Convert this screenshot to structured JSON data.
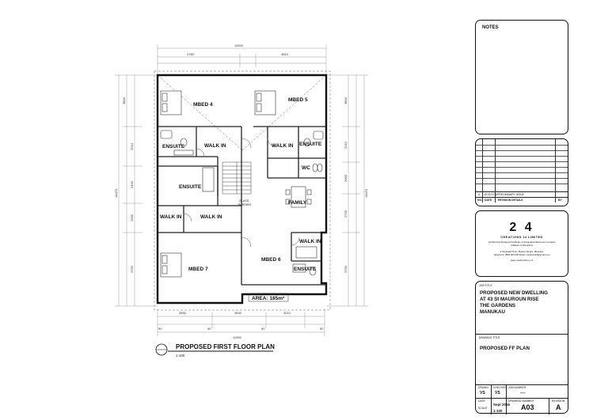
{
  "plan": {
    "rooms": {
      "mbed4": "MBED 4",
      "mbed5": "MBED 5",
      "ensuite_tl": "ENSUITE",
      "walkin_tl": "WALK IN",
      "walkin_tr": "WALK IN",
      "ensuite_tr": "ENSUITE",
      "wc": "WC",
      "ensuite_mid": "ENSUITE",
      "family": "FAMILY",
      "walkin_ml": "WALK IN",
      "walkin_mr": "WALK IN",
      "walkin_br": "WALK IN",
      "mbed6": "MBED 6",
      "mbed7": "MBED 7",
      "ensuite_br": "ENSUITE",
      "glass_line1": "GLASS",
      "glass_line2": "BARRIER",
      "area": "AREA: 185m²"
    },
    "dims": {
      "top_total": "11950",
      "top_left": "4780",
      "top_right": "4810",
      "bottom_total": "11950",
      "bottom_1": "3890",
      "bottom_2": "3830",
      "bottom_3": "3310",
      "left_total": "14470",
      "right_total": "14470",
      "left_1": "3800",
      "left_2": "2510",
      "left_3": "2400",
      "left_4": "2000",
      "left_5": "3750",
      "right_1": "3800",
      "right_2": "2210",
      "right_3": "2000",
      "right_4": "2700",
      "right_5": "3750",
      "bottom_small_1": "90",
      "bottom_small_2": "90",
      "bottom_small_3": "90",
      "bottom_small_4": "90"
    },
    "caption": {
      "title": "PROPOSED FIRST FLOOR PLAN",
      "scale": "1:100"
    }
  },
  "title_block": {
    "notes_label": "NOTES",
    "revisions": {
      "row_a_id": "A",
      "row_a_date": "15.09.2016",
      "row_a_details": "PRELIMINARY ISSUE",
      "col_no": "NO.",
      "col_date": "DATE",
      "col_details": "REVISION DETAILS",
      "col_by": "BY"
    },
    "firm": {
      "logo_numbers": "2 4",
      "logo_name": "CREATIONS 24 LIMITED",
      "tagline_1": "Architectural Designer/Certificate of Acceptance/Resource Consents",
      "tagline_2": "Additions & Alterations",
      "address": "3 Kingsgate Drive, Botany Downs, Manukau",
      "phone": "Telephone: 0800 000 000  Email: creations24@gmail.com",
      "website": "www.creations24.co.nz"
    },
    "job": {
      "label": "JOB TITLE",
      "line1": "PROPOSED NEW DWELLING",
      "line2": "AT 43 St MAUROUN RISE",
      "line3": "THE GARDENS",
      "line4": "MANUKAU"
    },
    "drawing": {
      "label": "DRAWING TITLE",
      "title": "PROPOSED FF PLAN"
    },
    "meta": {
      "drawn_label": "DRAWN",
      "drawn_value": "VS",
      "checked_label": "CHECKED",
      "checked_value": "VS",
      "job_number_label": "JOB NUMBER",
      "job_number_value": "----",
      "date_label": "DATE",
      "date_value": "Sept 2016",
      "drawing_number_label": "DRAWING NUMBER",
      "drawing_number_value": "A03",
      "revision_label": "REVISION",
      "revision_value": "A",
      "scale_label": "SCALE",
      "scale_value": "1:100"
    }
  }
}
